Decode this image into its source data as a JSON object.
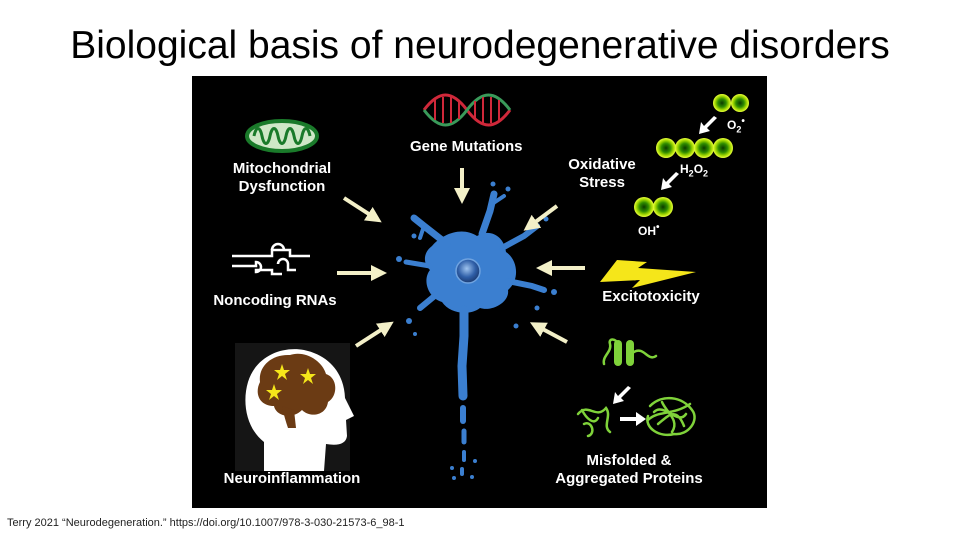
{
  "slide": {
    "title": "Biological basis of neurodegenerative disorders",
    "citation": "Terry 2021 “Neurodegeneration.” https://doi.org/10.1007/978-3-030-21573-6_98-1"
  },
  "figure": {
    "background_color": "#000000",
    "neuron_color": "#3b7fd0",
    "arrow_color": "#f3f0c8",
    "labels": {
      "gene_mutations": "Gene Mutations",
      "mito_line1": "Mitochondrial",
      "mito_line2": "Dysfunction",
      "oxidative_line1": "Oxidative",
      "oxidative_line2": "Stress",
      "noncoding": "Noncoding RNAs",
      "excitotoxicity": "Excitotoxicity",
      "neuroinflammation": "Neuroinflammation",
      "misfolded_line1": "Misfolded &",
      "misfolded_line2": "Aggregated Proteins"
    },
    "chem": {
      "o2_base": "O",
      "o2_sub": "2",
      "o2_sup": "•",
      "h2o2_h": "H",
      "h2o2_sub1": "2",
      "h2o2_o": "O",
      "h2o2_sub2": "2",
      "oh_base": "OH",
      "oh_sup": "•"
    },
    "icons": {
      "mitochondrion": "mitochondrion-icon",
      "dna": "dna-helix-icon",
      "rna": "noncoding-rna-icon",
      "lightning": "lightning-bolt-icon",
      "head": "brain-head-icon",
      "protein": "protein-aggregation-icon",
      "ros": "reactive-oxygen-molecules-icon"
    }
  }
}
